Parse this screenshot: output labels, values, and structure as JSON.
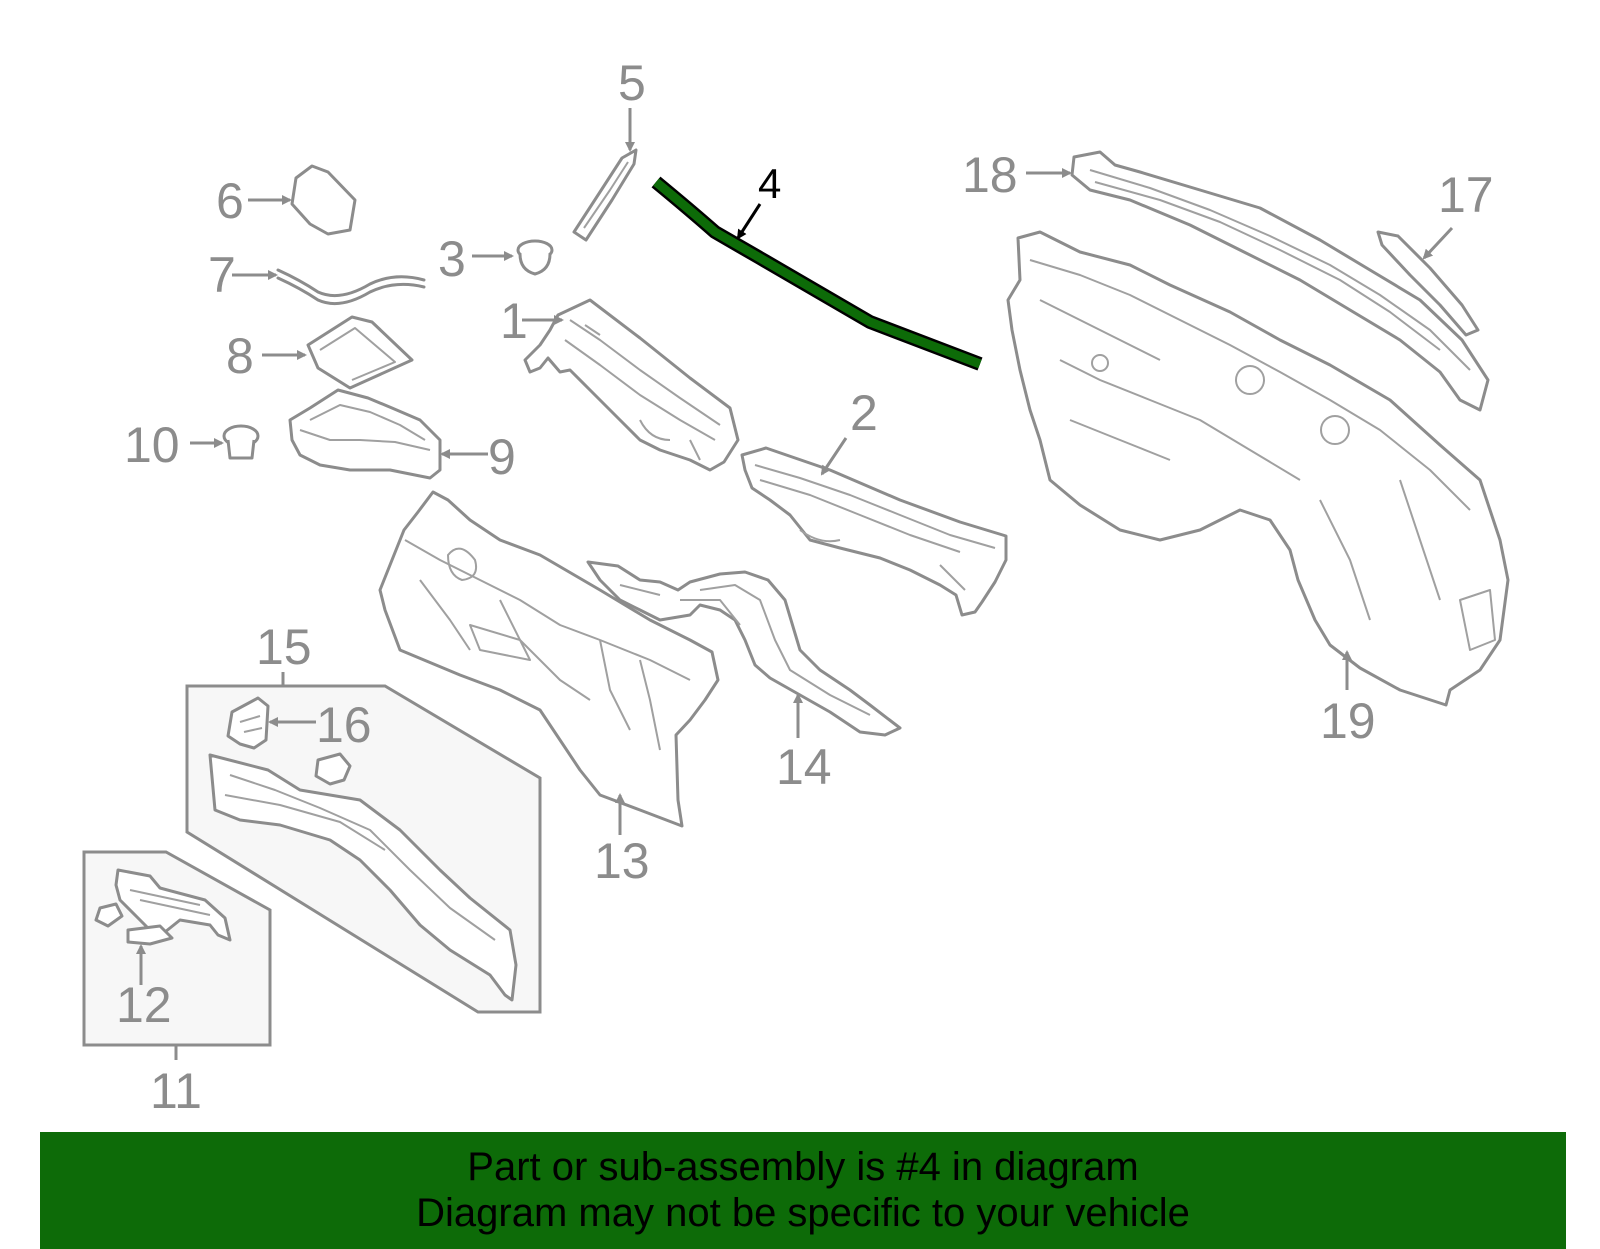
{
  "diagram": {
    "highlight_color": "#0d6b08",
    "labels": {
      "p1": "1",
      "p2": "2",
      "p3": "3",
      "p4": "4",
      "p5": "5",
      "p6": "6",
      "p7": "7",
      "p8": "8",
      "p9": "9",
      "p10": "10",
      "p11": "11",
      "p12": "12",
      "p13": "13",
      "p14": "14",
      "p15": "15",
      "p16": "16",
      "p17": "17",
      "p18": "18",
      "p19": "19"
    }
  },
  "banner": {
    "line1": "Part or sub-assembly is #4 in diagram",
    "line2": "Diagram may not be specific to your vehicle",
    "background": "#0d6b08"
  }
}
